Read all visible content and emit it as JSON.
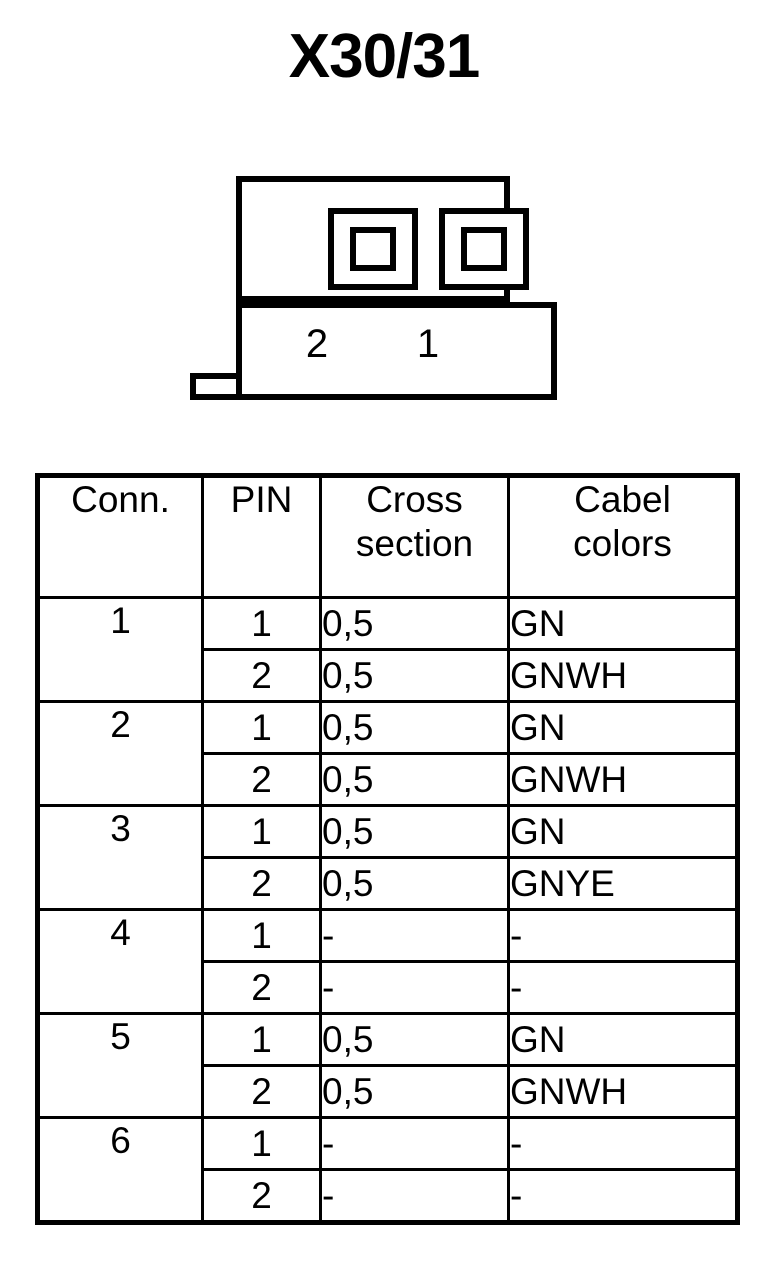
{
  "title": "X30/31",
  "connector": {
    "name": "connector-symbol",
    "pins": [
      {
        "label": "2"
      },
      {
        "label": "1"
      }
    ]
  },
  "table": {
    "headers": {
      "conn": [
        "Conn."
      ],
      "pin": [
        "PIN"
      ],
      "cross_section": [
        "Cross",
        "section"
      ],
      "cabel_colors": [
        "Cabel",
        "colors"
      ]
    },
    "groups": [
      {
        "conn": "1",
        "rows": [
          {
            "pin": "1",
            "cross_section": "0,5",
            "cabel_color": "GN"
          },
          {
            "pin": "2",
            "cross_section": "0,5",
            "cabel_color": "GNWH"
          }
        ]
      },
      {
        "conn": "2",
        "rows": [
          {
            "pin": "1",
            "cross_section": "0,5",
            "cabel_color": "GN"
          },
          {
            "pin": "2",
            "cross_section": "0,5",
            "cabel_color": "GNWH"
          }
        ]
      },
      {
        "conn": "3",
        "rows": [
          {
            "pin": "1",
            "cross_section": "0,5",
            "cabel_color": "GN"
          },
          {
            "pin": "2",
            "cross_section": "0,5",
            "cabel_color": "GNYE"
          }
        ]
      },
      {
        "conn": "4",
        "rows": [
          {
            "pin": "1",
            "cross_section": "-",
            "cabel_color": "-"
          },
          {
            "pin": "2",
            "cross_section": "-",
            "cabel_color": "-"
          }
        ]
      },
      {
        "conn": "5",
        "rows": [
          {
            "pin": "1",
            "cross_section": "0,5",
            "cabel_color": "GN"
          },
          {
            "pin": "2",
            "cross_section": "0,5",
            "cabel_color": "GNWH"
          }
        ]
      },
      {
        "conn": "6",
        "rows": [
          {
            "pin": "1",
            "cross_section": "-",
            "cabel_color": "-"
          },
          {
            "pin": "2",
            "cross_section": "-",
            "cabel_color": "-"
          }
        ]
      }
    ]
  }
}
